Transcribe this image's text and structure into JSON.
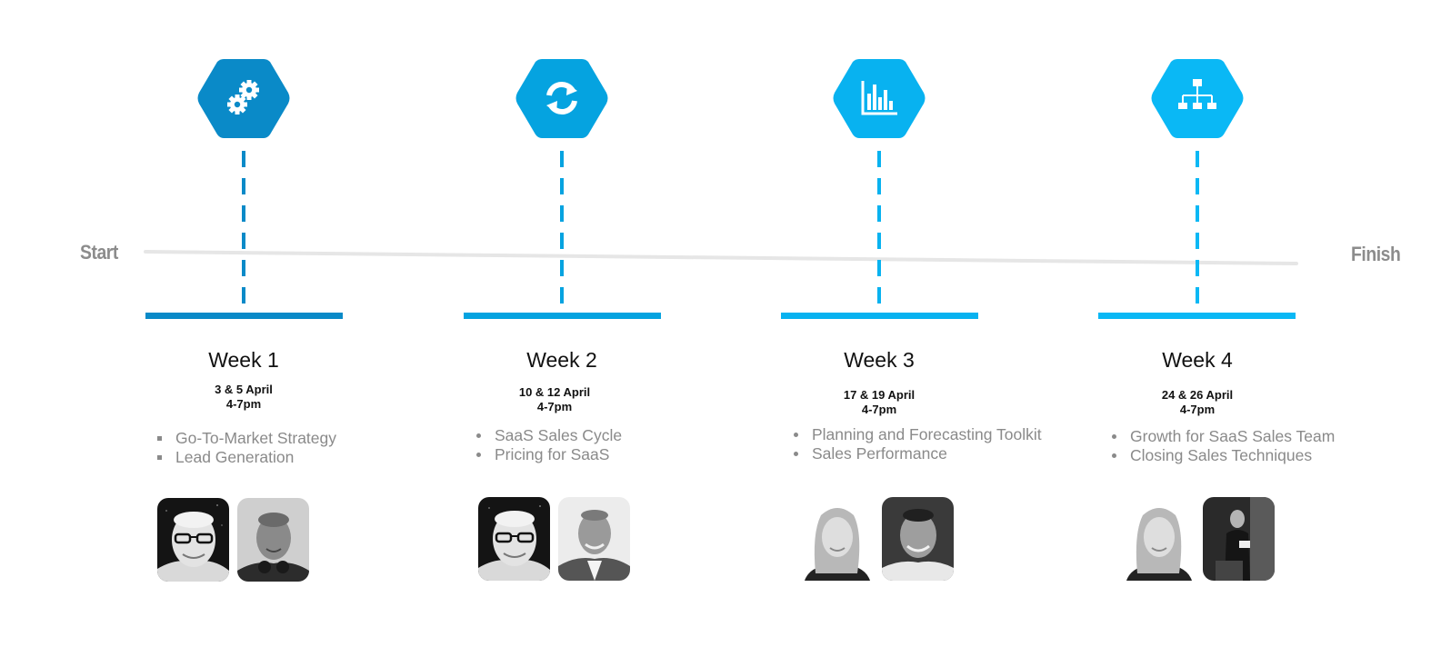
{
  "timeline": {
    "start_label": "Start",
    "finish_label": "Finish"
  },
  "weeks": [
    {
      "title": "Week 1",
      "dates": "3 & 5 April",
      "time": "4-7pm",
      "icon": "gears-icon",
      "color": "#0a8ac8",
      "bullet": "square",
      "topics": [
        "Go-To-Market Strategy",
        "Lead Generation"
      ]
    },
    {
      "title": "Week 2",
      "dates": "10 & 12 April",
      "time": "4-7pm",
      "icon": "refresh-cycle-icon",
      "color": "#05a3e0",
      "bullet": "round",
      "topics": [
        "SaaS Sales Cycle",
        "Pricing for SaaS"
      ]
    },
    {
      "title": "Week 3",
      "dates": "17 & 19 April",
      "time": "4-7pm",
      "icon": "bar-chart-icon",
      "color": "#08b2f0",
      "bullet": "round",
      "topics": [
        "Planning and Forecasting Toolkit",
        "Sales Performance"
      ]
    },
    {
      "title": "Week 4",
      "dates": "24 & 26 April",
      "time": "4-7pm",
      "icon": "org-chart-icon",
      "color": "#0ab8f5",
      "bullet": "round",
      "topics": [
        "Growth for SaaS Sales Team",
        "Closing Sales Techniques"
      ]
    }
  ]
}
